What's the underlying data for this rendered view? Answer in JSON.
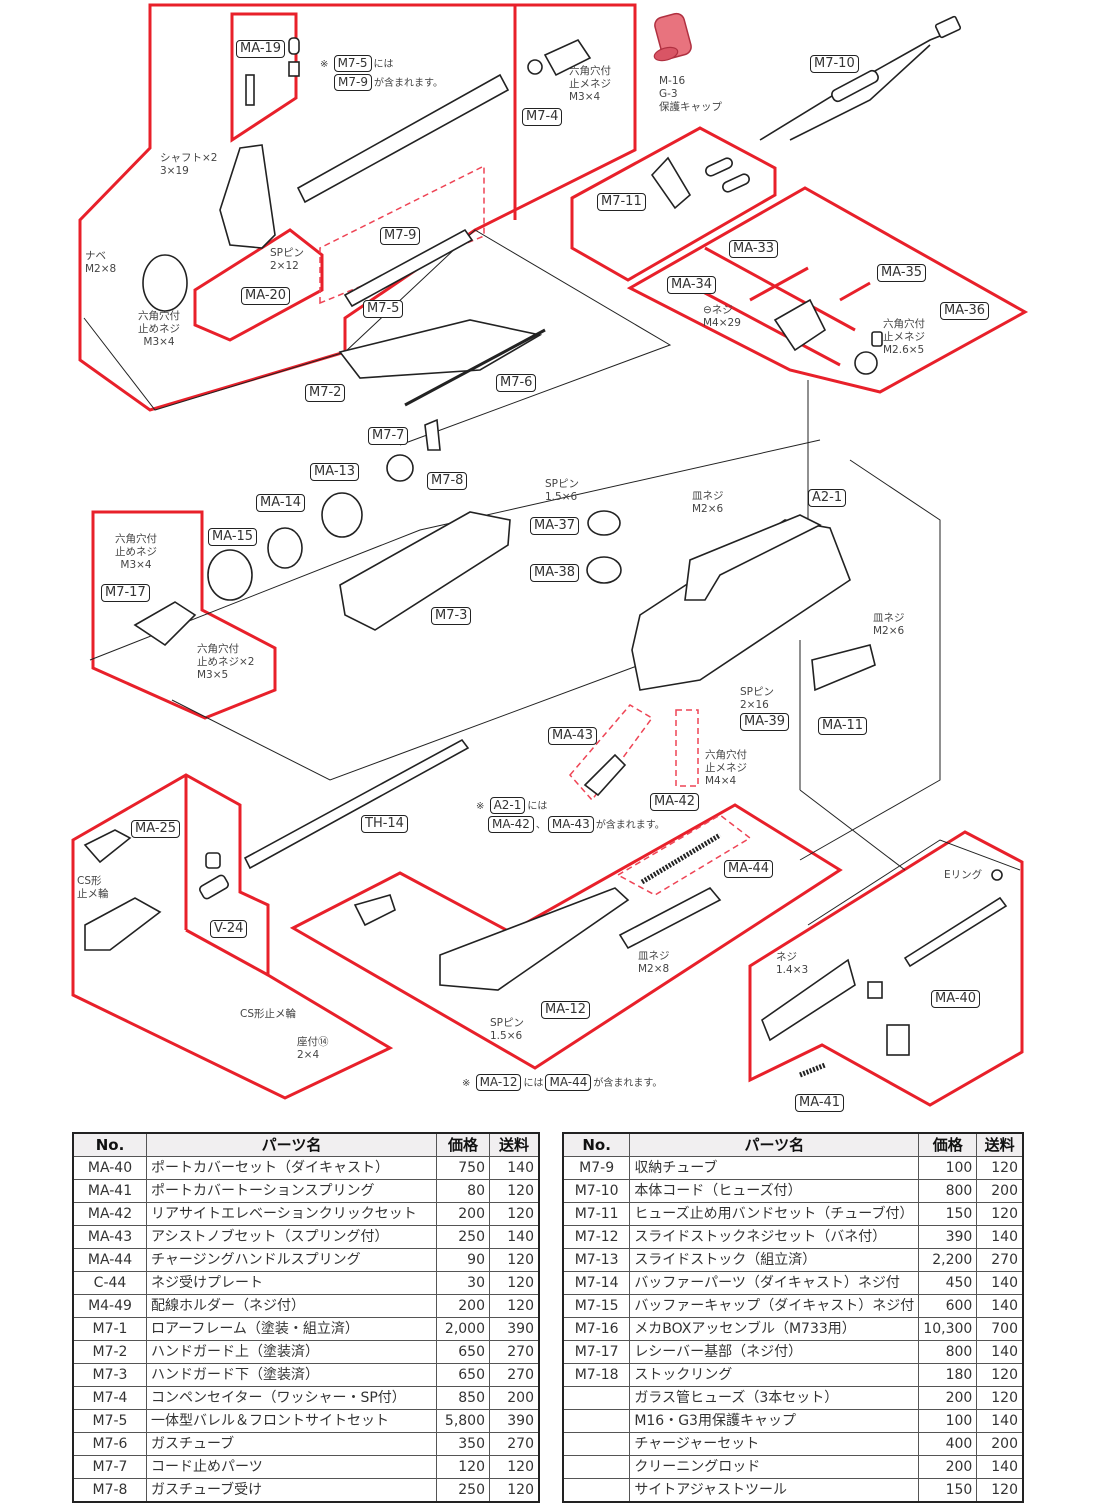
{
  "colors": {
    "group_outline": "#e8202a",
    "dashed_outline": "#ee4455",
    "cap_fill": "#e8737e",
    "line": "#222222"
  },
  "diagram": {
    "part_labels": [
      {
        "id": "MA-19"
      },
      {
        "id": "M7-5"
      },
      {
        "id": "M7-9"
      },
      {
        "id": "M7-4"
      },
      {
        "id": "MA-20"
      },
      {
        "id": "M7-10"
      },
      {
        "id": "M7-11"
      },
      {
        "id": "MA-33"
      },
      {
        "id": "MA-34"
      },
      {
        "id": "MA-35"
      },
      {
        "id": "MA-36"
      },
      {
        "id": "M7-2"
      },
      {
        "id": "M7-6"
      },
      {
        "id": "M7-7"
      },
      {
        "id": "M7-8"
      },
      {
        "id": "MA-13"
      },
      {
        "id": "MA-14"
      },
      {
        "id": "MA-15"
      },
      {
        "id": "M7-17"
      },
      {
        "id": "M7-3"
      },
      {
        "id": "MA-37"
      },
      {
        "id": "MA-38"
      },
      {
        "id": "A2-1"
      },
      {
        "id": "MA-39"
      },
      {
        "id": "MA-11"
      },
      {
        "id": "MA-43"
      },
      {
        "id": "MA-42"
      },
      {
        "id": "MA-25"
      },
      {
        "id": "TH-14"
      },
      {
        "id": "V-24"
      },
      {
        "id": "MA-44"
      },
      {
        "id": "MA-12"
      },
      {
        "id": "MA-40"
      },
      {
        "id": "MA-41"
      }
    ],
    "annotations": {
      "shaft": "シャフト×2\n3×19",
      "nabe": "ナベ\nM2×8",
      "hex_set_screw_m3x4_a": "六角穴付\n止めネジ\nM3×4",
      "sp_pin_2x12": "SPピン\n2×12",
      "hex_set_screw_m3x4_b": "六角穴付\n止メネジ\nM3×4",
      "cap_caption": "M-16\nG-3\n保護キャップ",
      "minus_screw": "⊖ネジ\nM4×29",
      "hex_set_screw_m2_6x5": "六角穴付\n止メネジ\nM2.6×5",
      "hex_set_screw_m3x4_c": "六角穴付\n止めネジ\nM3×4",
      "hex_set_screw_m3x5": "六角穴付\n止めネジ×2\nM3×5",
      "sp_pin_1_5x6_a": "SPピン\n1.5×6",
      "flat_screw_m2x6_a": "皿ネジ\nM2×6",
      "flat_screw_m2x6_b": "皿ネジ\nM2×6",
      "sp_pin_2x16": "SPピン\n2×16",
      "hex_set_screw_m4x4": "六角穴付\n止メネジ\nM4×4",
      "cs_ring_a": "CS形\n止メ輪",
      "cs_ring_b": "CS形止メ輪",
      "washer_screw": "座付⑭\n2×4",
      "flat_screw_m2x8": "皿ネジ\nM2×8",
      "sp_pin_1_5x6_b": "SPピン\n1.5×6",
      "e_ring": "Eリング",
      "screw_1_4x3": "ネジ\n1.4×3"
    },
    "notes": {
      "m7_5": {
        "mark": "※",
        "first": "M7-5",
        "mid": "には",
        "second": "M7-9",
        "tail": "が含まれます。"
      },
      "a2_1": {
        "mark": "※",
        "first": "A2-1",
        "mid": "には",
        "second": "MA-42",
        "sep": "、",
        "third": "MA-43",
        "tail": "が含まれます。"
      },
      "ma_12": {
        "mark": "※",
        "first": "MA-12",
        "mid": "には",
        "second": "MA-44",
        "tail": "が含まれます。"
      }
    }
  },
  "tables": {
    "headers": {
      "no": "No.",
      "name": "パーツ名",
      "price": "価格",
      "shipping": "送料"
    },
    "left": [
      {
        "no": "MA-40",
        "name": "ポートカバーセット（ダイキャスト）",
        "price": "750",
        "shipping": "140"
      },
      {
        "no": "MA-41",
        "name": "ポートカバートーションスプリング",
        "price": "80",
        "shipping": "120"
      },
      {
        "no": "MA-42",
        "name": "リアサイトエレベーションクリックセット",
        "price": "200",
        "shipping": "120"
      },
      {
        "no": "MA-43",
        "name": "アシストノブセット（スプリング付）",
        "price": "250",
        "shipping": "140"
      },
      {
        "no": "MA-44",
        "name": "チャージングハンドルスプリング",
        "price": "90",
        "shipping": "120"
      },
      {
        "no": "C-44",
        "name": "ネジ受けプレート",
        "price": "30",
        "shipping": "120"
      },
      {
        "no": "M4-49",
        "name": "配線ホルダー（ネジ付）",
        "price": "200",
        "shipping": "120"
      },
      {
        "no": "M7-1",
        "name": "ロアーフレーム（塗装・組立済）",
        "price": "2,000",
        "shipping": "390"
      },
      {
        "no": "M7-2",
        "name": "ハンドガード上（塗装済）",
        "price": "650",
        "shipping": "270"
      },
      {
        "no": "M7-3",
        "name": "ハンドガード下（塗装済）",
        "price": "650",
        "shipping": "270"
      },
      {
        "no": "M7-4",
        "name": "コンペンセイター（ワッシャー・SP付）",
        "price": "850",
        "shipping": "200"
      },
      {
        "no": "M7-5",
        "name": "一体型バレル＆フロントサイトセット",
        "price": "5,800",
        "shipping": "390"
      },
      {
        "no": "M7-6",
        "name": "ガスチューブ",
        "price": "350",
        "shipping": "270"
      },
      {
        "no": "M7-7",
        "name": "コード止めパーツ",
        "price": "120",
        "shipping": "120"
      },
      {
        "no": "M7-8",
        "name": "ガスチューブ受け",
        "price": "250",
        "shipping": "120"
      }
    ],
    "right": [
      {
        "no": "M7-9",
        "name": "収納チューブ",
        "price": "100",
        "shipping": "120"
      },
      {
        "no": "M7-10",
        "name": "本体コード（ヒューズ付）",
        "price": "800",
        "shipping": "200"
      },
      {
        "no": "M7-11",
        "name": "ヒューズ止め用バンドセット（チューブ付）",
        "price": "150",
        "shipping": "120"
      },
      {
        "no": "M7-12",
        "name": "スライドストックネジセット（バネ付）",
        "price": "390",
        "shipping": "140"
      },
      {
        "no": "M7-13",
        "name": "スライドストック（組立済）",
        "price": "2,200",
        "shipping": "270"
      },
      {
        "no": "M7-14",
        "name": "バッファーパーツ（ダイキャスト）ネジ付",
        "price": "450",
        "shipping": "140"
      },
      {
        "no": "M7-15",
        "name": "バッファーキャップ（ダイキャスト）ネジ付",
        "price": "600",
        "shipping": "140"
      },
      {
        "no": "M7-16",
        "name": "メカBOXアッセンブル（M733用）",
        "price": "10,300",
        "shipping": "700"
      },
      {
        "no": "M7-17",
        "name": "レシーバー基部（ネジ付）",
        "price": "800",
        "shipping": "140"
      },
      {
        "no": "M7-18",
        "name": "ストックリング",
        "price": "180",
        "shipping": "120"
      },
      {
        "no": "",
        "name": "ガラス管ヒューズ（3本セット）",
        "price": "200",
        "shipping": "120"
      },
      {
        "no": "",
        "name": "M16・G3用保護キャップ",
        "price": "100",
        "shipping": "140"
      },
      {
        "no": "",
        "name": "チャージャーセット",
        "price": "400",
        "shipping": "200"
      },
      {
        "no": "",
        "name": "クリーニングロッド",
        "price": "200",
        "shipping": "140"
      },
      {
        "no": "",
        "name": "サイトアジャストツール",
        "price": "150",
        "shipping": "120"
      }
    ]
  }
}
